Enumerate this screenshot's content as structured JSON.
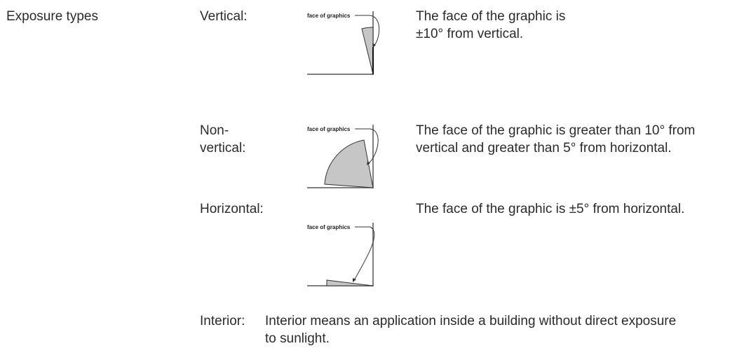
{
  "section_title": "Exposure types",
  "rows": [
    {
      "label": "Vertical:",
      "diagram_label": "face of graphics",
      "description_line1": "The face of the graphic is",
      "description_line2": "±10° from vertical."
    },
    {
      "label_line1": "Non-",
      "label_line2": "vertical:",
      "diagram_label": "face of graphics",
      "description_line1": "The face of the graphic is greater than 10° from",
      "description_line2": "vertical and greater than 5° from horizontal."
    },
    {
      "label": "Horizontal:",
      "diagram_label": "face of graphics",
      "description_line1": "The face of the graphic is ±5° from horizontal."
    }
  ],
  "interior": {
    "label": "Interior:",
    "description_line1": "Interior means an application inside a building without direct exposure",
    "description_line2": "to sunlight."
  }
}
